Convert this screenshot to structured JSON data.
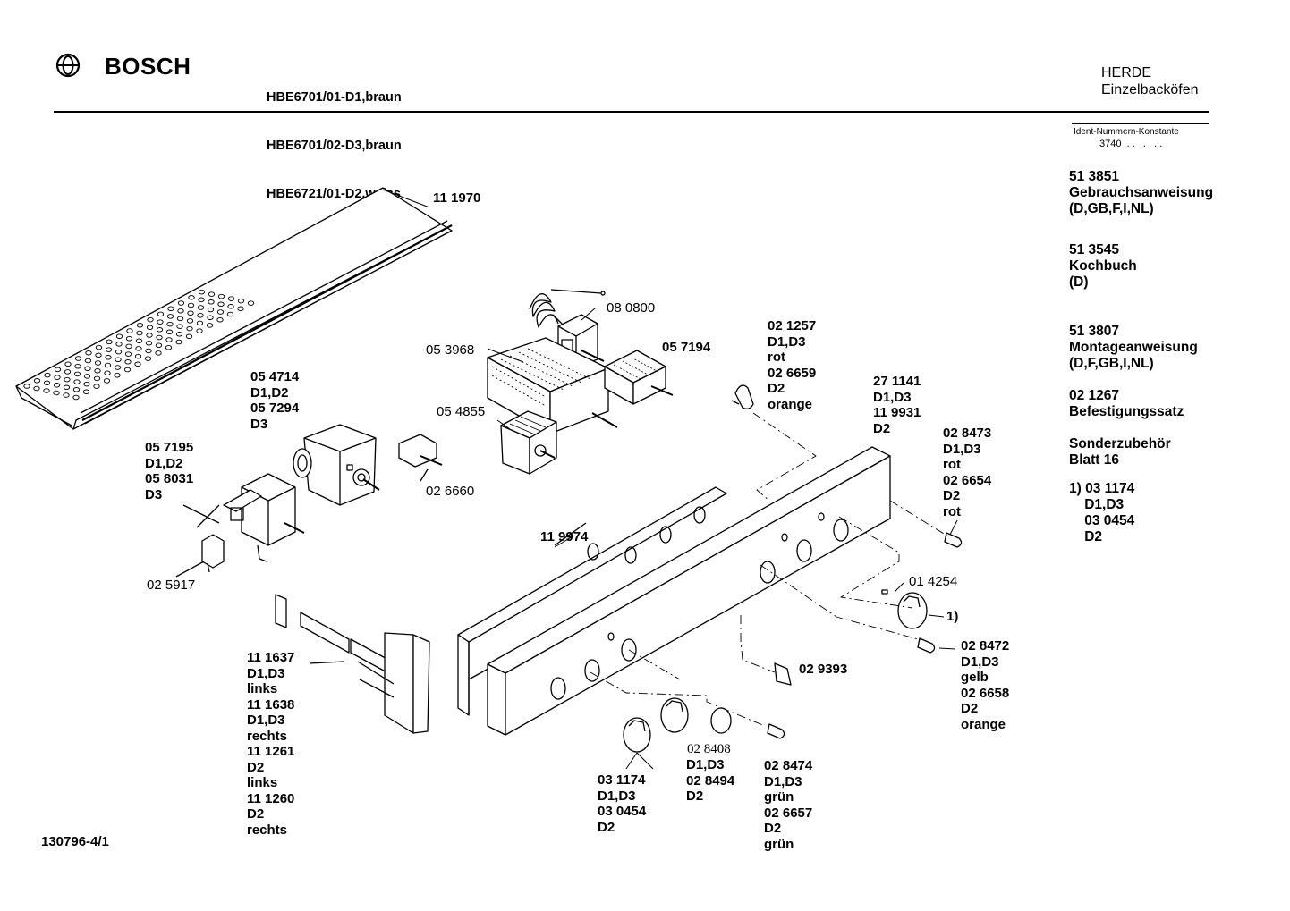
{
  "header": {
    "brand": "BOSCH",
    "models": [
      "HBE6701/01-D1,braun",
      "HBE6701/02-D3,braun",
      "HBE6721/01-D2,weiss"
    ],
    "category": "HERDE",
    "subcategory": "Einzelbacköfen"
  },
  "ident": {
    "label": "Ident-Nummern-Konstante",
    "value": "3740  . .   . . . ."
  },
  "sidebar": {
    "items": [
      {
        "text": "51 3851\nGebrauchsanweisung\n(D,GB,F,I,NL)"
      },
      {
        "text": "51 3545\nKochbuch\n(D)"
      },
      {
        "text": "51 3807\nMontageanweisung\n(D,F,GB,I,NL)"
      },
      {
        "text": "02 1267\nBefestigungssatz"
      },
      {
        "text": "Sonderzubehör\nBlatt 16"
      },
      {
        "text": "1) 03 1174\n    D1,D3\n    03 0454\n    D2"
      }
    ]
  },
  "parts": [
    {
      "id": "p111970",
      "text": "11 1970"
    },
    {
      "id": "p080800",
      "text": "08 0800"
    },
    {
      "id": "p053968",
      "text": "05 3968"
    },
    {
      "id": "p057194",
      "text": "05 7194"
    },
    {
      "id": "p021257",
      "text": "02 1257\nD1,D3\nrot\n02 6659\nD2\norange"
    },
    {
      "id": "p054714",
      "text": "05 4714\nD1,D2\n05 7294\nD3"
    },
    {
      "id": "p054855",
      "text": "05 4855"
    },
    {
      "id": "p271141",
      "text": "27 1141\nD1,D3\n11 9931\nD2"
    },
    {
      "id": "p028473",
      "text": "02 8473\nD1,D3\nrot\n02 6654\nD2\nrot"
    },
    {
      "id": "p057195",
      "text": "05 7195\nD1,D2\n05 8031\nD3"
    },
    {
      "id": "p026660",
      "text": "02 6660"
    },
    {
      "id": "p119974",
      "text": "11 9974"
    },
    {
      "id": "p025917",
      "text": "02 5917"
    },
    {
      "id": "p014254",
      "text": "01 4254"
    },
    {
      "id": "p1note",
      "text": "1)"
    },
    {
      "id": "p028472",
      "text": "02 8472\nD1,D3\ngelb\n02 6658\nD2\norange"
    },
    {
      "id": "p029393",
      "text": "02 9393"
    },
    {
      "id": "p111637",
      "text": "11 1637\nD1,D3\nlinks\n11 1638\nD1,D3\nrechts\n11 1261\nD2\nlinks\n11 1260\nD2\nrechts"
    },
    {
      "id": "p031174",
      "text": "03 1174\nD1,D3\n03 0454\nD2"
    },
    {
      "id": "p028408",
      "text": "02 8408"
    },
    {
      "id": "p028494",
      "text": "D1,D3\n02 8494\nD2"
    },
    {
      "id": "p028474",
      "text": "02 8474\nD1,D3\ngrün\n02 6657\nD2\ngrün"
    }
  ],
  "footer": {
    "doc_number": "130796-4/1"
  }
}
